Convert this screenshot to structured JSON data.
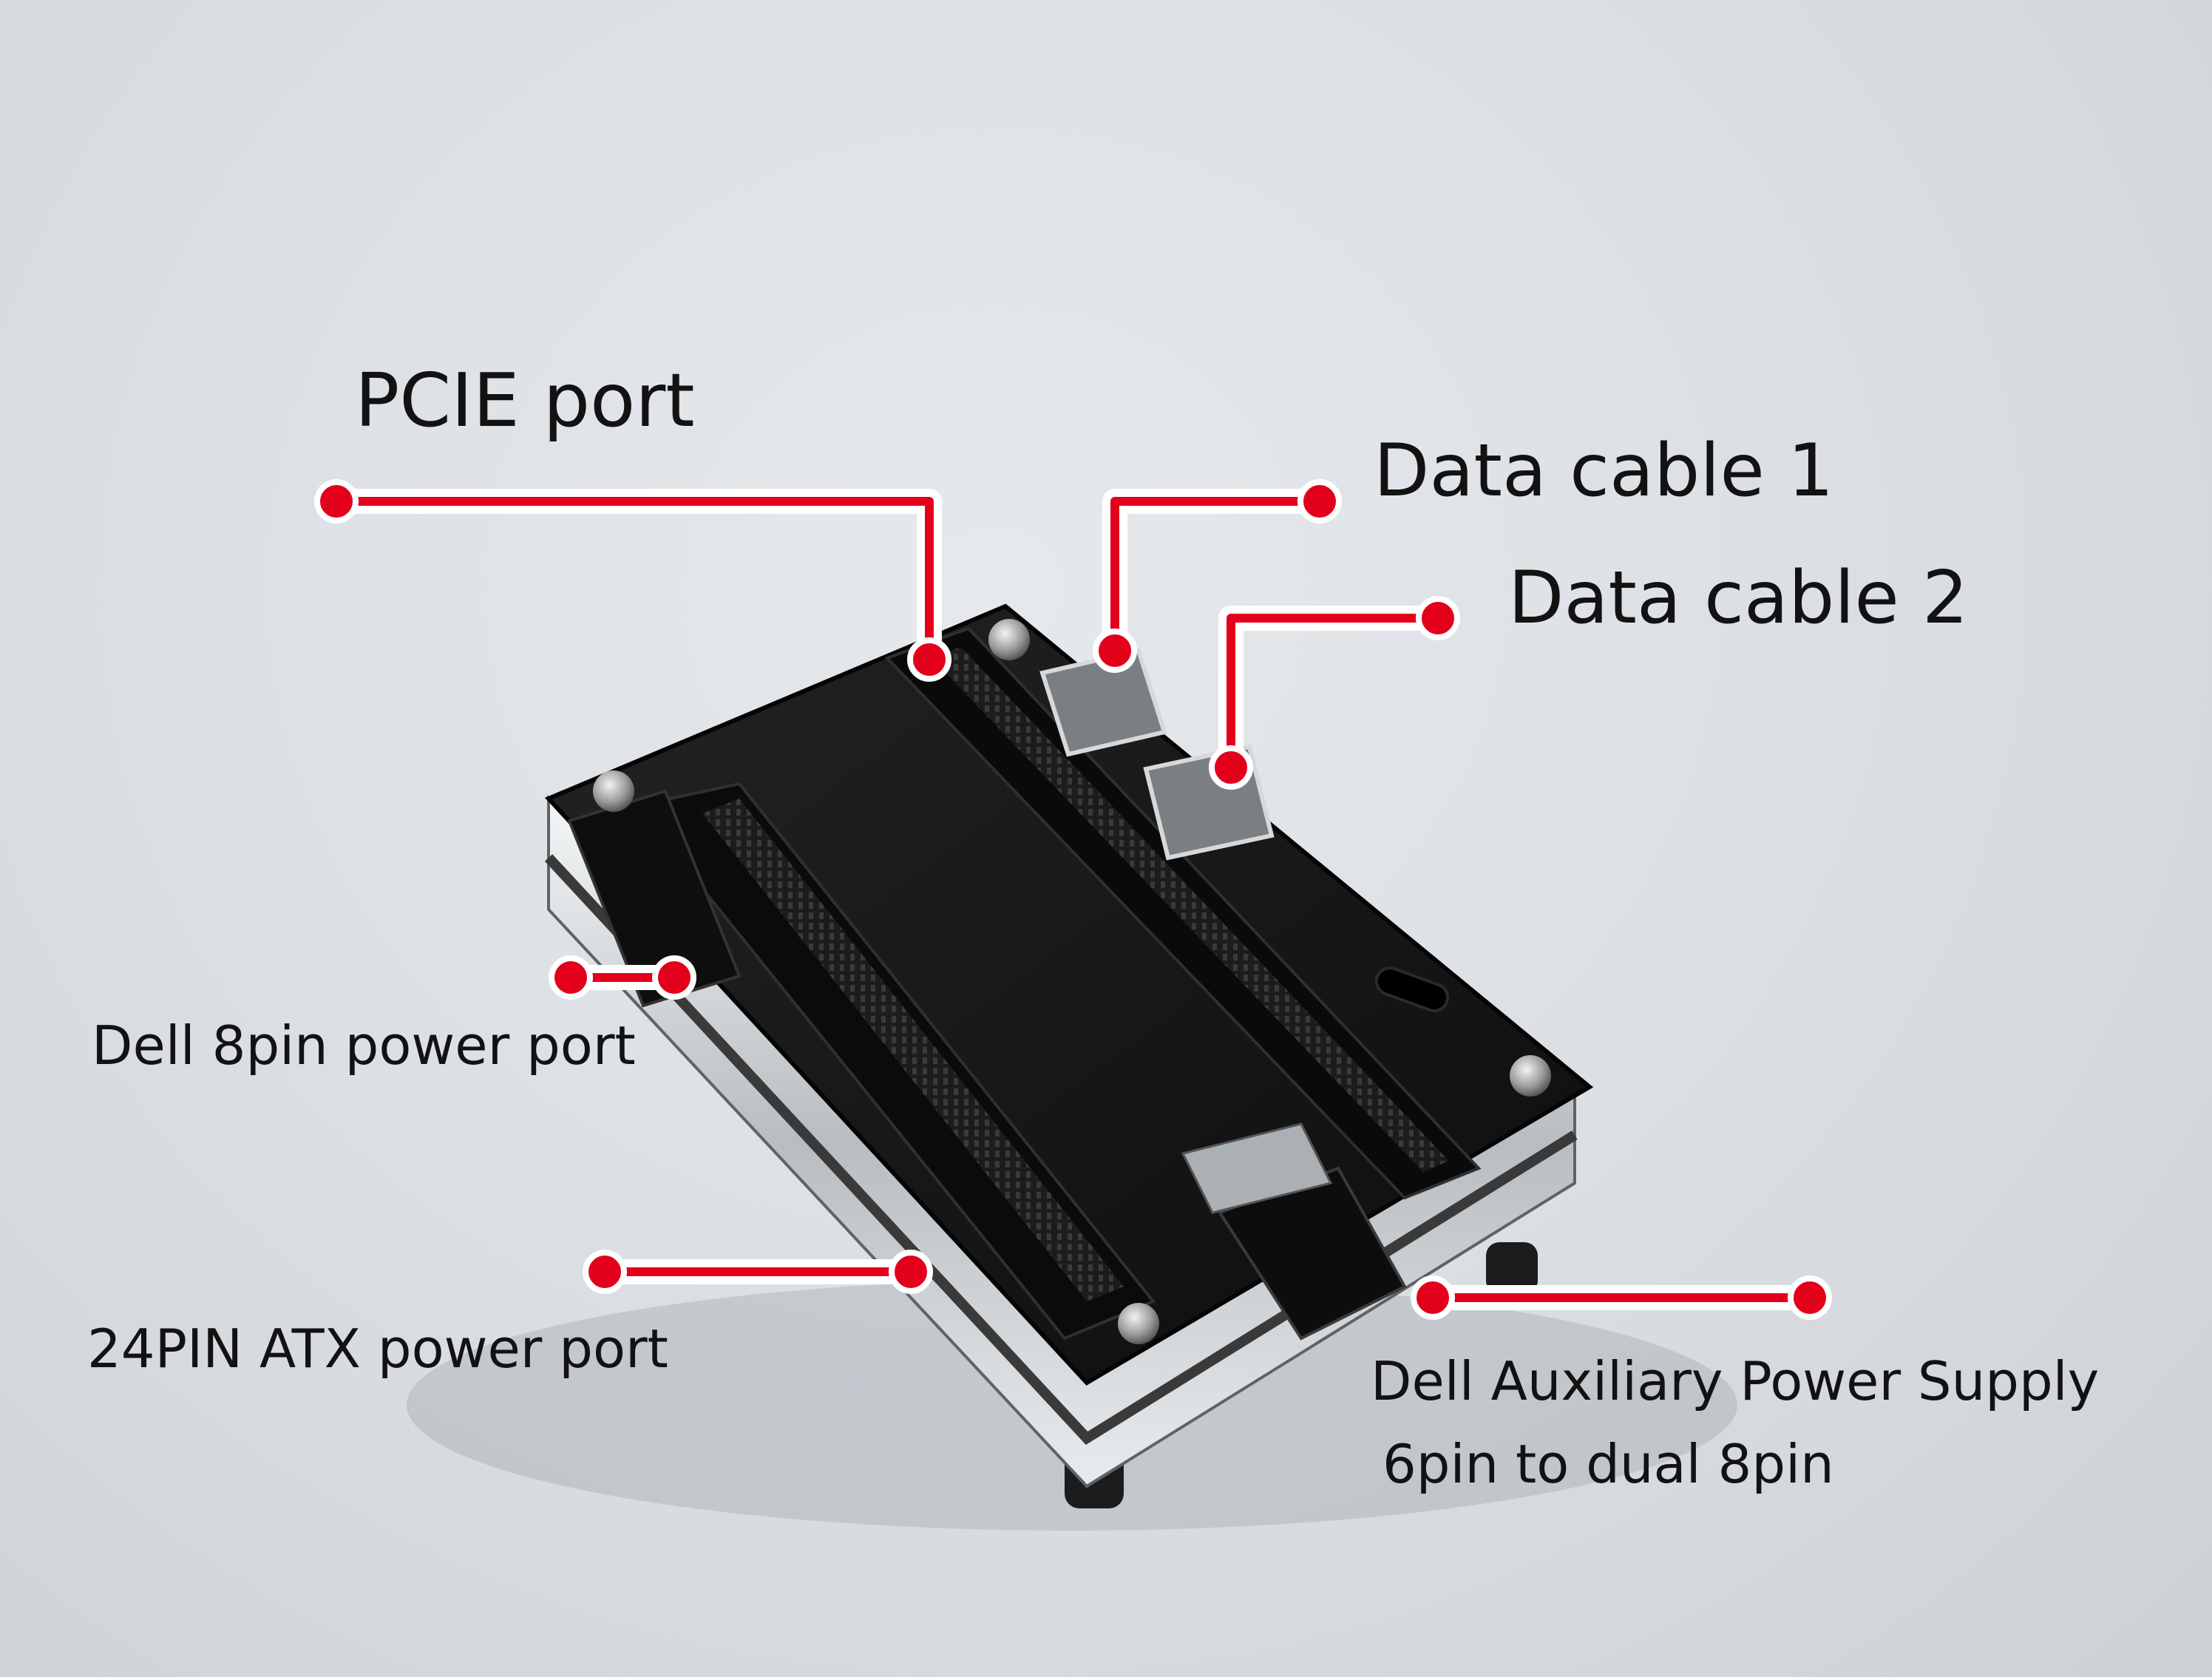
{
  "labels": {
    "pcie": "PCIE port",
    "data_cable_1": "Data cable 1",
    "data_cable_2": "Data cable 2",
    "dell_8pin": "Dell 8pin power port",
    "atx_24pin": "24PIN ATX power port",
    "dell_aux_line1": "Dell Auxiliary Power Supply",
    "dell_aux_line2": "6pin to dual 8pin"
  },
  "colors": {
    "callout": "#e3001b",
    "board": "#141414",
    "background": "#dde1e4"
  }
}
